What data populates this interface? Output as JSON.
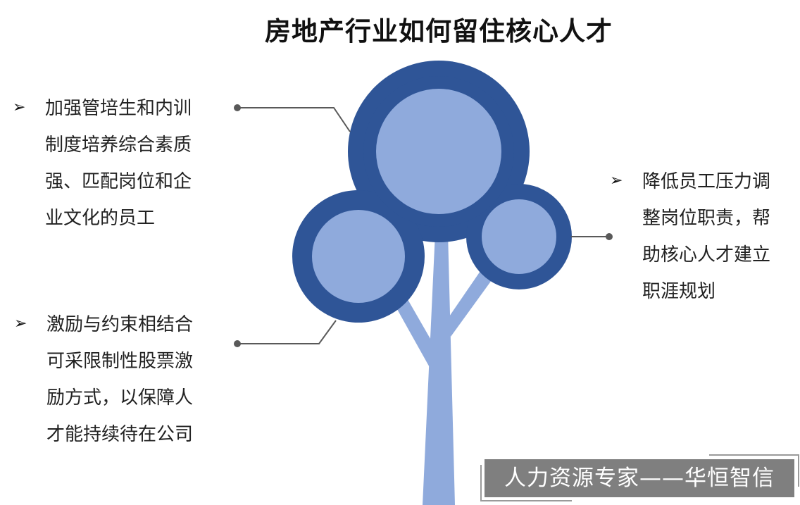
{
  "title": "房地产行业如何留住核心人才",
  "bullet_icon": "arrow-bullet-icon",
  "colors": {
    "dark_blue": "#2f5597",
    "light_blue": "#8faadc",
    "connector": "#595959",
    "footer_bg": "#7f7f7f"
  },
  "points": {
    "top_left": {
      "lines": [
        "加强管培生和内训",
        "制度培养综合素质",
        "强、匹配岗位和企",
        "业文化的员工"
      ]
    },
    "bottom_left": {
      "lines": [
        "激励与约束相结合",
        "可采限制性股票激",
        "励方式，以保障人",
        "才能持续待在公司"
      ]
    },
    "right": {
      "lines": [
        "降低员工压力调",
        "整岗位职责，帮",
        "助核心人才建立",
        "职涯规划"
      ]
    }
  },
  "footer": "人力资源专家——华恒智信"
}
